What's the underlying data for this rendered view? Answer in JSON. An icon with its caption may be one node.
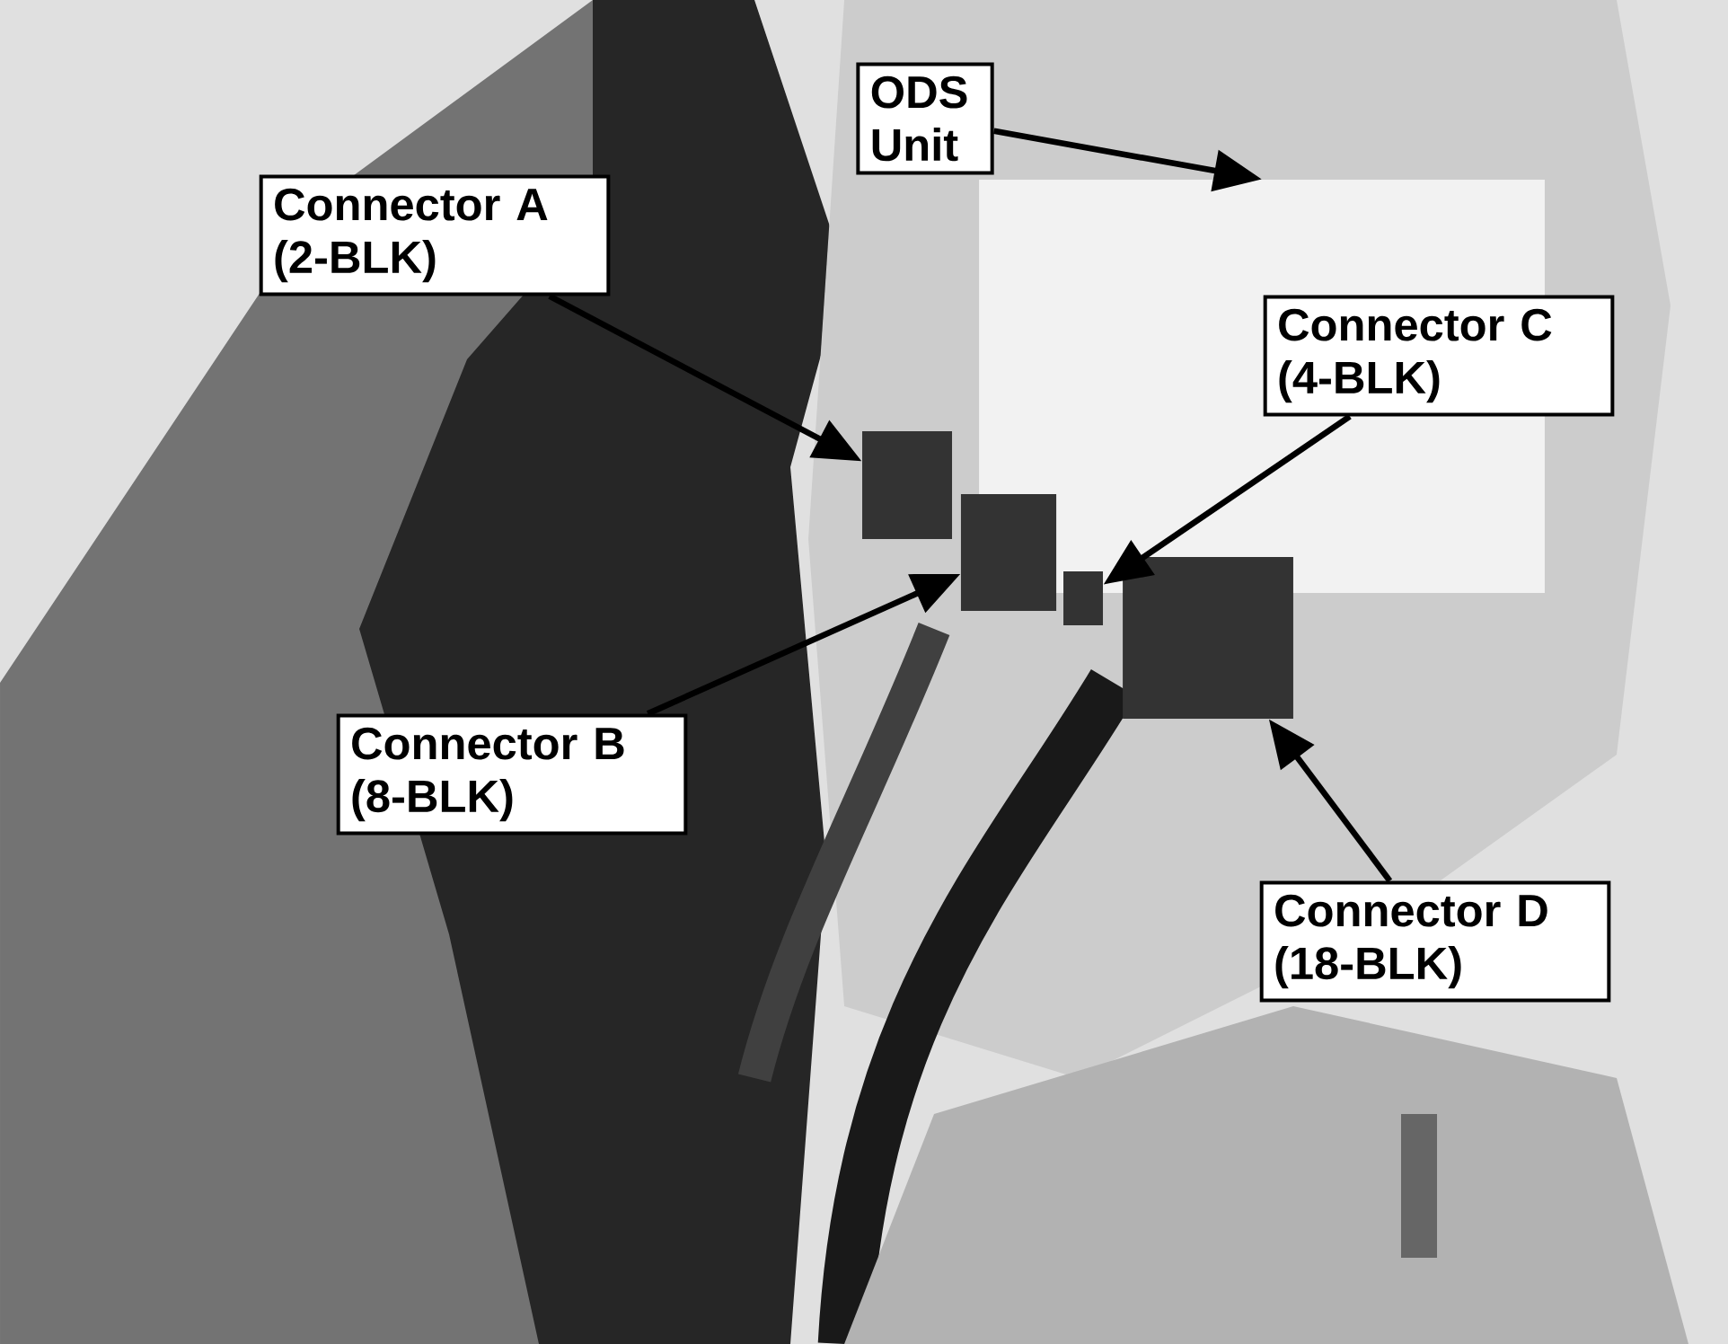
{
  "diagram": {
    "nodes": [
      {
        "text": [
          "ODS Unit"
        ]
      },
      {
        "text": [
          "Connector A (2-BLK)"
        ]
      },
      {
        "text": [
          "Connector C (4-BLK)"
        ]
      },
      {
        "text": [
          "Connector B (8-BLK)"
        ]
      },
      {
        "text": [
          "Connector D (18-BLK)"
        ]
      },
      {
        "text": [],
        "shape": "box"
      },
      {
        "text": [],
        "shape": "box"
      },
      {
        "text": [],
        "shape": "box"
      },
      {
        "text": [],
        "shape": "box"
      },
      {
        "text": [],
        "shape": "box"
      }
    ],
    "edges": [
      {
        "from": 0,
        "to": 5,
        "arrow": "to"
      },
      {
        "from": 1,
        "to": 6,
        "arrow": "to"
      },
      {
        "from": 2,
        "to": 8,
        "arrow": "to"
      },
      {
        "from": 3,
        "to": 7,
        "arrow": "to"
      },
      {
        "from": 4,
        "to": 9,
        "arrow": "to"
      }
    ]
  }
}
